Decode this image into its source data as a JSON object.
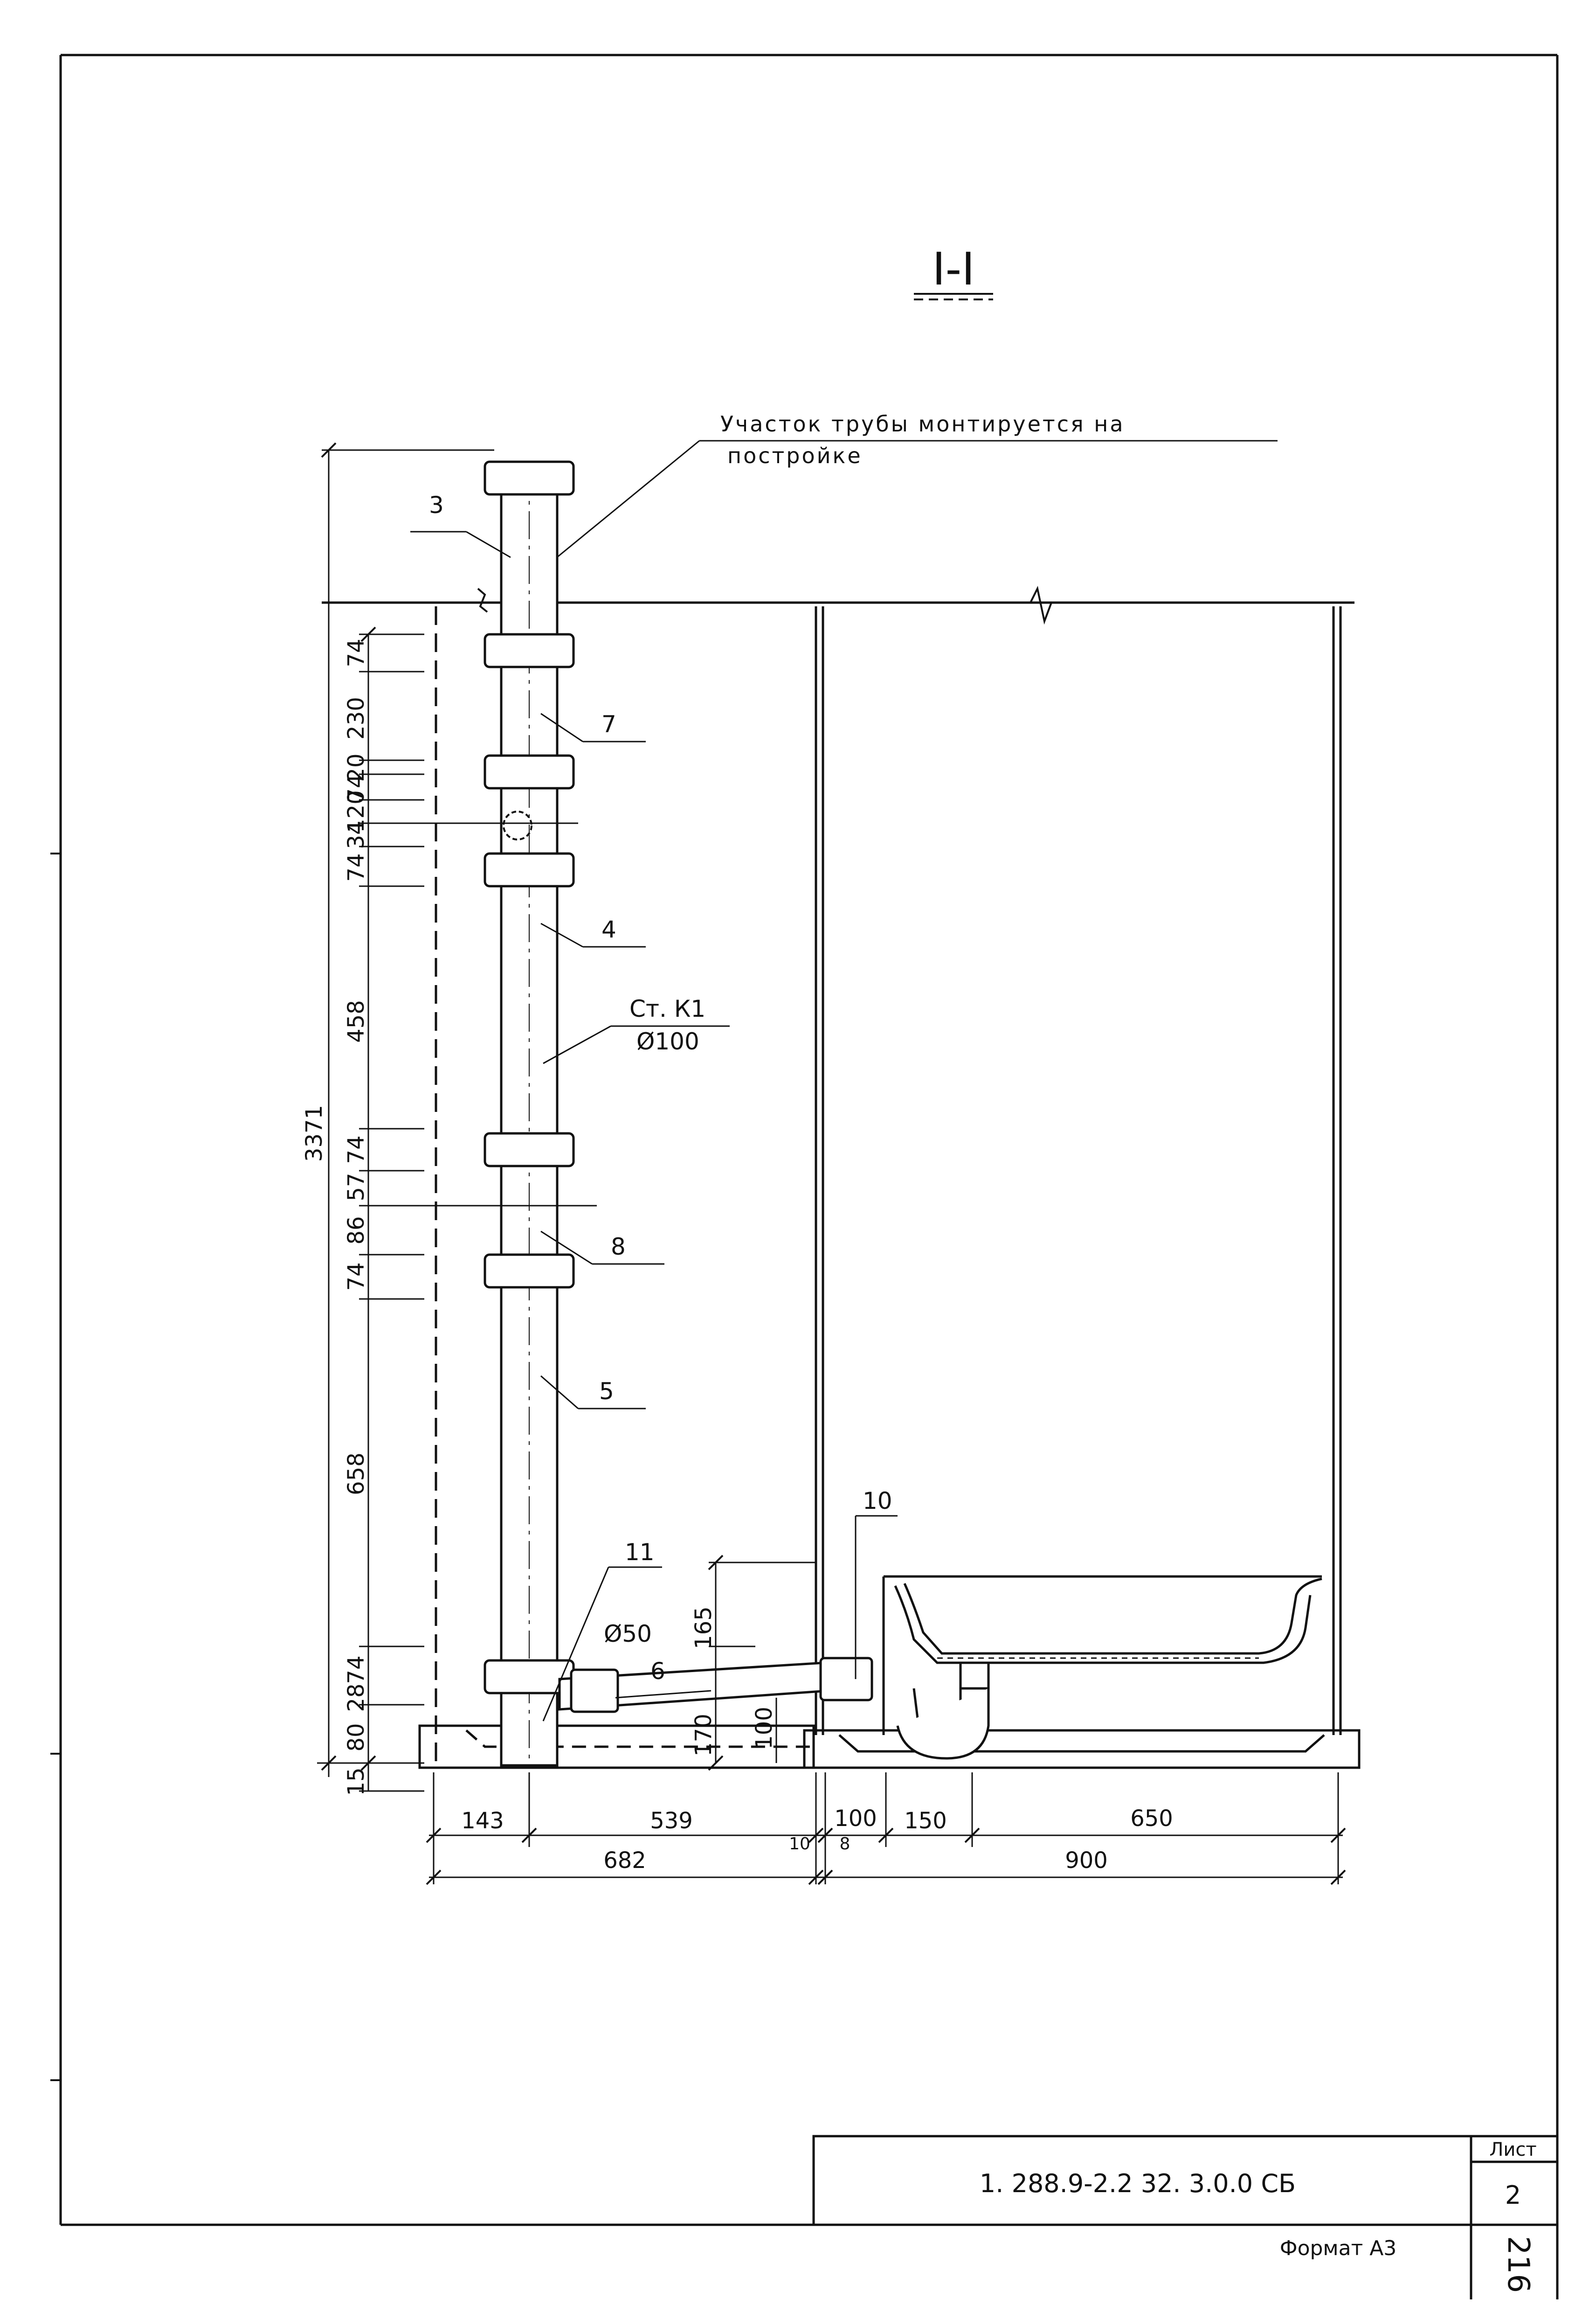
{
  "drawing": {
    "section_title": "I-I",
    "note_line1": "Участок трубы монтируется на",
    "note_line2": "постройке",
    "riser_label": "Ст. К1",
    "riser_diameter": "Ø100",
    "branch_diameter": "Ø50",
    "callouts": [
      "3",
      "7",
      "4",
      "8",
      "5",
      "11",
      "6",
      "10"
    ],
    "vertical_dims": [
      "3371",
      "74",
      "230",
      "20",
      "74",
      "34",
      "120",
      "74",
      "458",
      "57",
      "74",
      "86",
      "74",
      "658",
      "28",
      "74",
      "80",
      "15",
      "165",
      "170",
      "100"
    ],
    "horizontal_dims": [
      "143",
      "539",
      "682",
      "10",
      "8",
      "100",
      "150",
      "650",
      "900"
    ]
  },
  "title_block": {
    "code": "1. 288.9-2.2  32.  3.0.0 СБ",
    "sheet_label": "Лист",
    "sheet_number": "2",
    "format": "Формат А3",
    "page_number": "216"
  }
}
